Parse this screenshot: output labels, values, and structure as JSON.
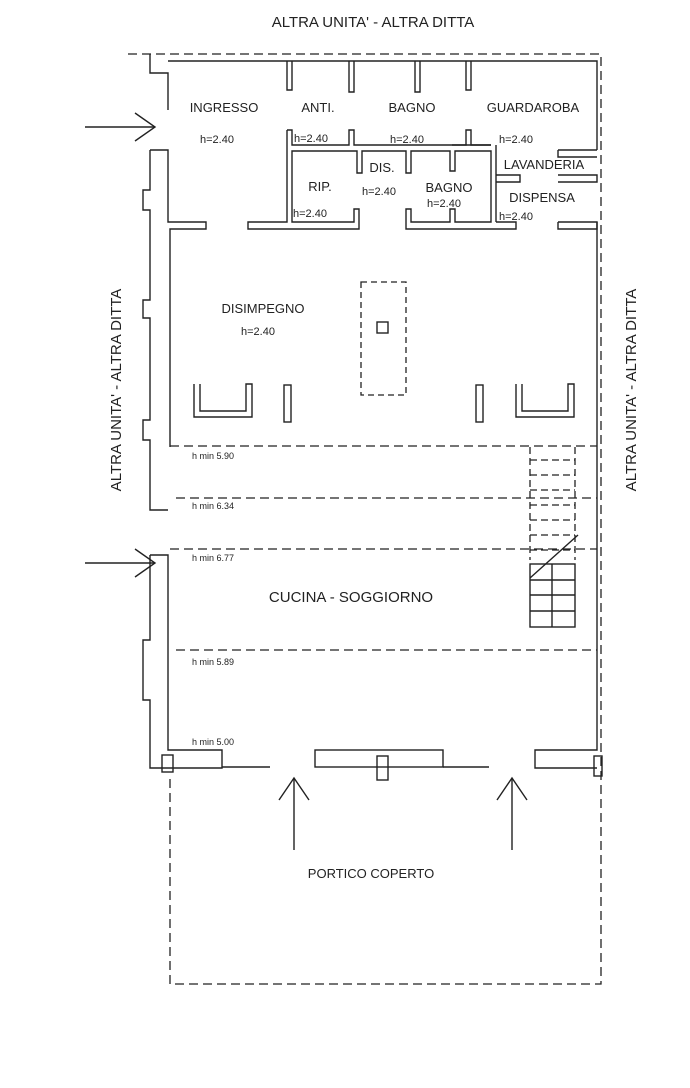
{
  "labels": {
    "top": "ALTRA UNITA' - ALTRA DITTA",
    "left": "ALTRA UNITA' - ALTRA DITTA",
    "right": "ALTRA UNITA' - ALTRA DITTA",
    "portico": "PORTICO COPERTO"
  },
  "rooms": {
    "ingresso": "INGRESSO",
    "anti": "ANTI.",
    "bagno1": "BAGNO",
    "guardaroba": "GUARDAROBA",
    "lavanderia": "LAVANDERIA",
    "dispensa": "DISPENSA",
    "rip": "RIP.",
    "dis": "DIS.",
    "bagno2": "BAGNO",
    "disimpegno": "DISIMPEGNO",
    "cucina": "CUCINA - SOGGIORNO"
  },
  "heights": {
    "ingresso": "h=2.40",
    "anti": "h=2.40",
    "bagno1": "h=2.40",
    "guardaroba": "h=2.40",
    "dis": "h=2.40",
    "bagno2": "h=2.40",
    "rip": "h=2.40",
    "dispensa": "h=2.40",
    "disimpegno": "h=2.40",
    "hmin1": "h min 5.90",
    "hmin2": "h min 6.34",
    "hmin3": "h min 6.77",
    "hmin4": "h min 5.89",
    "hmin5": "h min 5.00"
  }
}
